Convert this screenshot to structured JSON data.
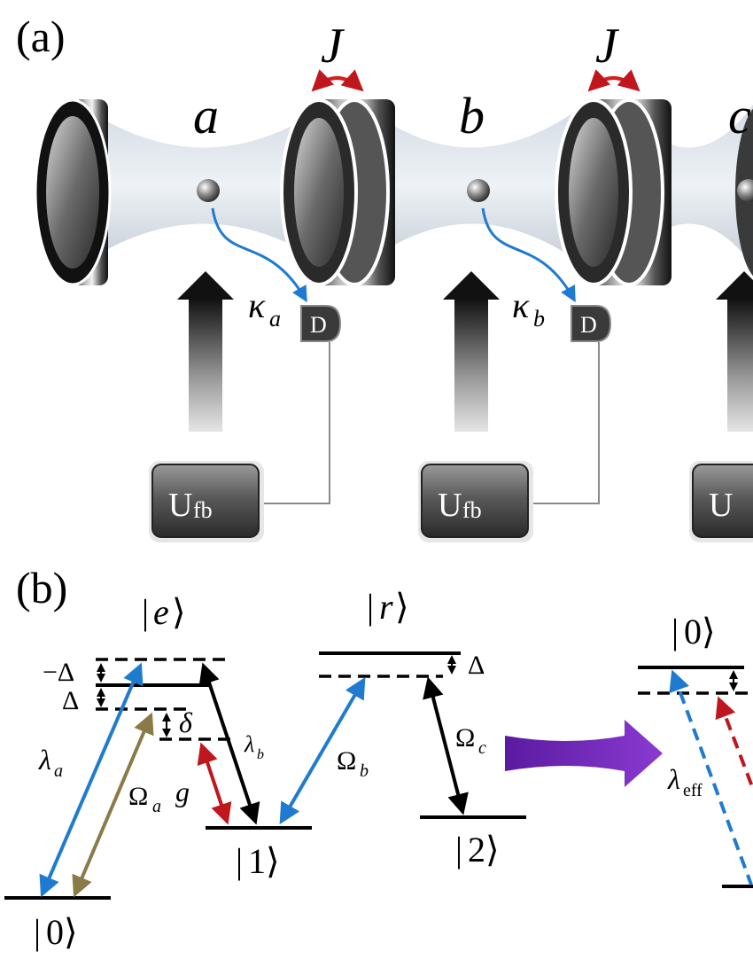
{
  "panel_a": {
    "label": "(a)",
    "cavity_labels": [
      "a",
      "b",
      "c"
    ],
    "coupling_symbol": "J",
    "decay": [
      {
        "symbol": "κ",
        "sub": "a"
      },
      {
        "symbol": "κ",
        "sub": "b"
      }
    ],
    "detector_letter": "D",
    "feedback": {
      "symbol": "U",
      "sub": "fb",
      "partial_third": "U"
    }
  },
  "panel_b": {
    "label": "(b)",
    "states": {
      "e": "e",
      "r": "r",
      "zero": "0",
      "one": "1",
      "two": "2",
      "eff_zero": "0"
    },
    "detunings": {
      "minus_delta": "−Δ",
      "delta_left": "Δ",
      "small_delta": "δ",
      "delta_r": "Δ"
    },
    "couplings": {
      "lambda_a": {
        "symbol": "λ",
        "sub": "a"
      },
      "lambda_b": {
        "symbol": "λ",
        "sub": "b"
      },
      "omega_a": {
        "symbol": "Ω",
        "sub": "a"
      },
      "omega_b": {
        "symbol": "Ω",
        "sub": "b"
      },
      "omega_c": {
        "symbol": "Ω",
        "sub": "c"
      },
      "g": "g",
      "lambda_eff": {
        "symbol": "λ",
        "sub": "eff"
      }
    },
    "colors": {
      "blue": "#1f7bd0",
      "red": "#c0161d",
      "olive": "#8a7a48",
      "purple": "#6a22b0",
      "black": "#000000"
    }
  }
}
